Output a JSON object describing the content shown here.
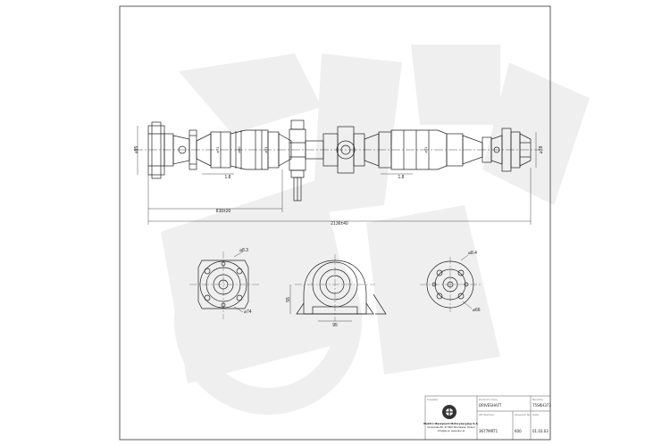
{
  "drawing": {
    "dim_flange_left": "⌀95",
    "dim_flange_right": "⌀78",
    "dim_ring_1": "⌀71",
    "dim_ring_2": "⌀80",
    "dim_ring_3": "⌀71",
    "dim_ring_4": "⌀71",
    "angle_left": "1.8",
    "angle_right": "1.8",
    "len_partial": "838±20",
    "len_total": "2136±40",
    "view1_hole": "⌀8.3",
    "view1_pcd": "⌀74",
    "view2_height": "55",
    "view2_width": "95",
    "view3_hole": "⌀8.4",
    "view3_pcd": "⌀66"
  },
  "title_block": {
    "supplier_label": "Supplier",
    "company_name": "Elektro Maszynerii Motoryzacyjnej S.A.",
    "company_addr": "Okrzeńska 86, 87-800 Włocławek, Poland",
    "company_web": "info@sp.pl, www.elsc.pl",
    "product_name_label": "Product name",
    "product_name": "DRIVESHAFT",
    "number_label": "Number",
    "number": "75SKH373",
    "oe_label": "OE Number",
    "oe_number": "3677MRT1",
    "diagram_label": "Diagram No.",
    "diagram_no": "600",
    "date_label": "Date",
    "date": "01.03.03"
  },
  "colors": {
    "line": "#222222",
    "watermark": "#ececec"
  }
}
